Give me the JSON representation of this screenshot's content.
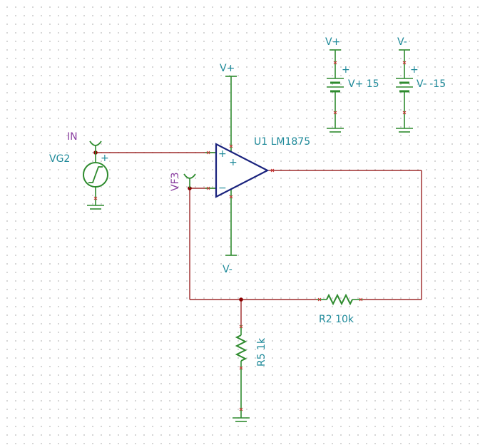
{
  "labels": {
    "vplus_top": "V+",
    "vminus_bottom": "V-",
    "opamp": "U1 LM1875",
    "source": "VG2",
    "in": "IN",
    "vf3": "VF3",
    "r2": "R2 10k",
    "r5": "R5 1k",
    "bat1_top": "V+",
    "bat1_val": "V+ 15",
    "bat2_top": "V-",
    "bat2_val": "V- -15",
    "plus": "+",
    "minus": "−"
  },
  "colors": {
    "component": "#2e8b2e",
    "wire": "#8b0000",
    "opamp": "#1a237e",
    "label_teal": "#1f8a9a",
    "label_purple": "#8a3fa0"
  }
}
